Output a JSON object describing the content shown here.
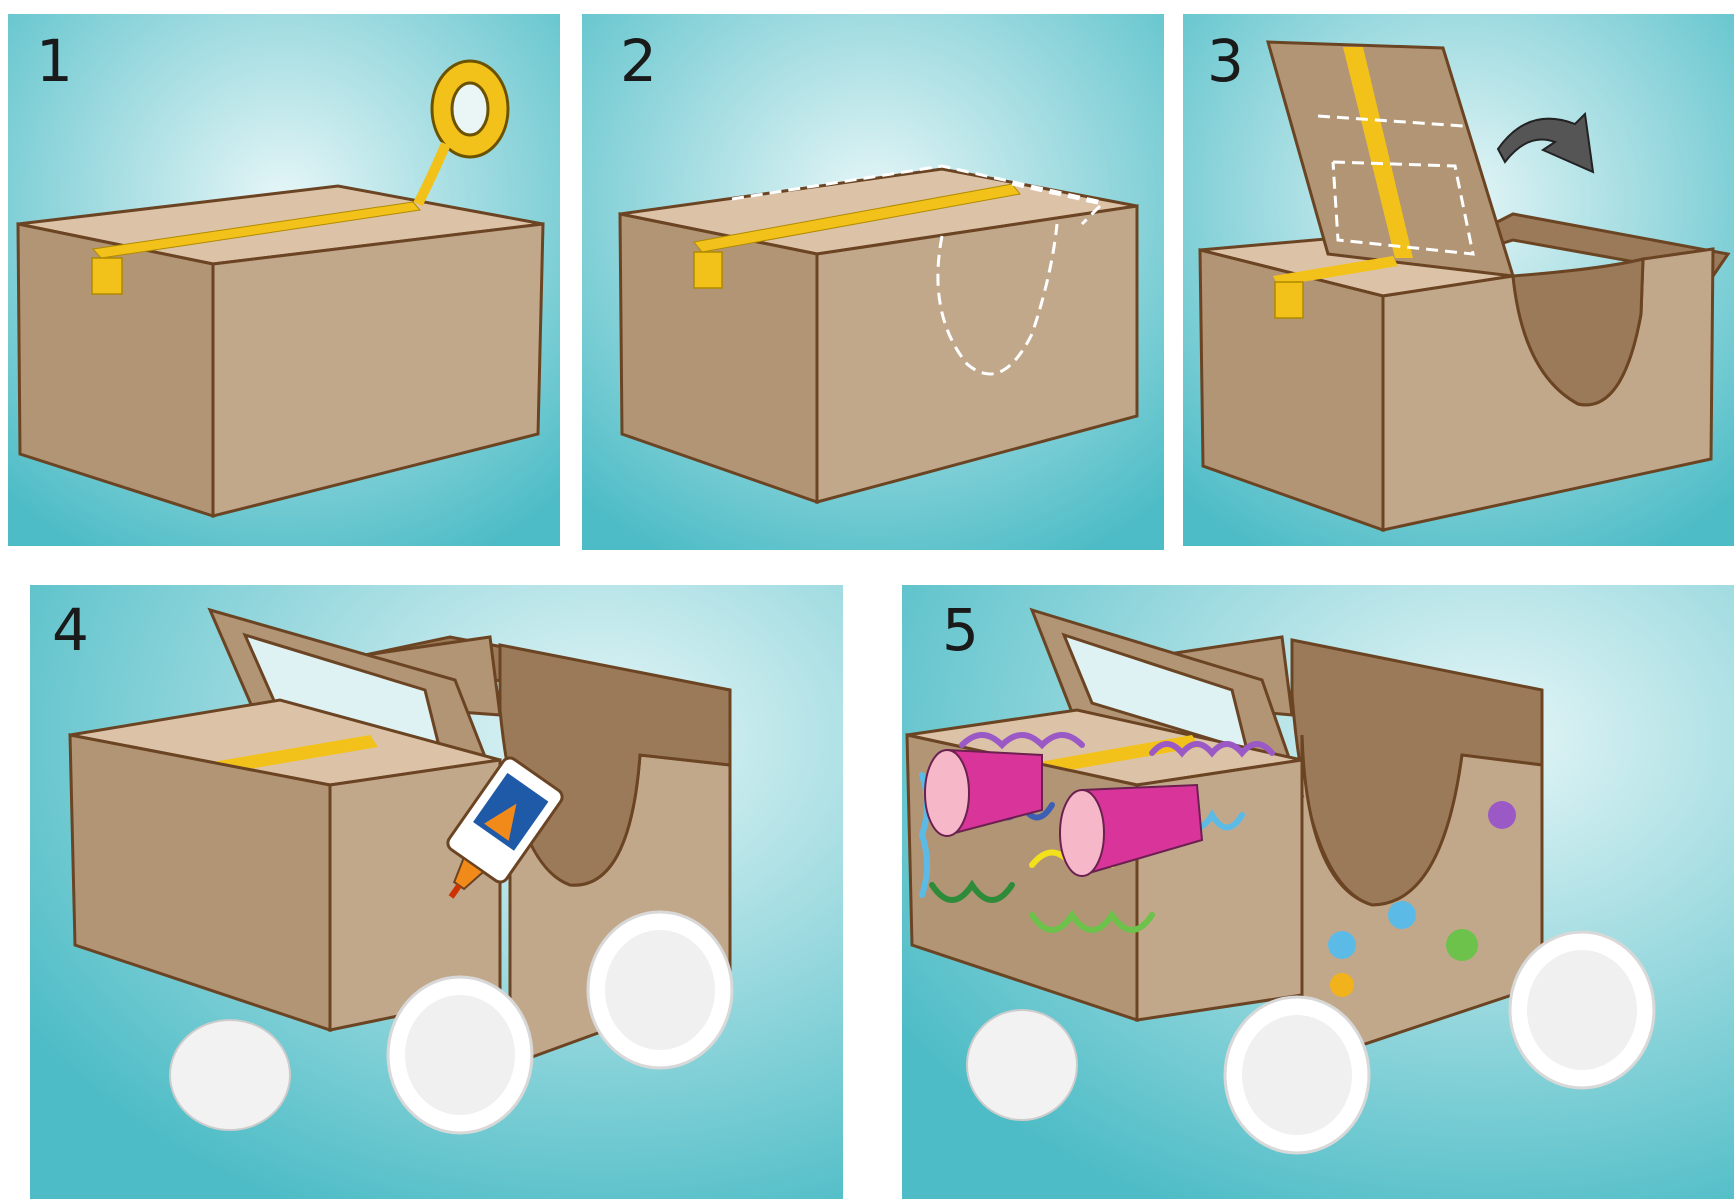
{
  "steps": [
    {
      "number": "1"
    },
    {
      "number": "2"
    },
    {
      "number": "3"
    },
    {
      "number": "4"
    },
    {
      "number": "5"
    }
  ],
  "colors": {
    "background_center": "#e6f6f7",
    "background_edge": "#4dbcc6",
    "cardboard_front": "#b29575",
    "cardboard_side": "#c2a88b",
    "cardboard_top": "#dcc3a8",
    "cardboard_inner": "#9b7a59",
    "outline": "#6b4423",
    "tape": "#f2c21b",
    "cup": "#d9349a",
    "cup_rim": "#f6b7c8",
    "plate": "#f2f2f2"
  },
  "icons": [
    "tape-roll-icon",
    "cut-line-icon",
    "rotate-arrow-icon",
    "glue-bottle-icon",
    "paper-plate-icon",
    "paper-cup-icon",
    "handprint-icon"
  ]
}
